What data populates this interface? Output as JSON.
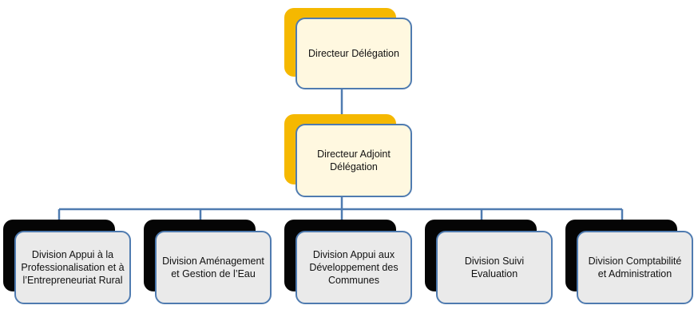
{
  "colors": {
    "connector": "#4f7bb0",
    "box_border": "#4f7bb0",
    "director_shadow": "#f5b800",
    "director_fill": "#fff8e0",
    "division_shadow": "#050505",
    "division_fill": "#eaeaea"
  },
  "nodes": {
    "director": {
      "label": "Directeur Délégation"
    },
    "deputy": {
      "label": "Directeur Adjoint Délégation"
    },
    "divisions": [
      {
        "label": "Division Appui à la Professionalisation et à l’Entrepreneuriat Rural"
      },
      {
        "label": "Division Aménagement et Gestion de l’Eau"
      },
      {
        "label": "Division Appui aux Développement des Communes"
      },
      {
        "label": "Division Suivi Evaluation"
      },
      {
        "label": "Division Comptabilité et Administration"
      }
    ]
  }
}
